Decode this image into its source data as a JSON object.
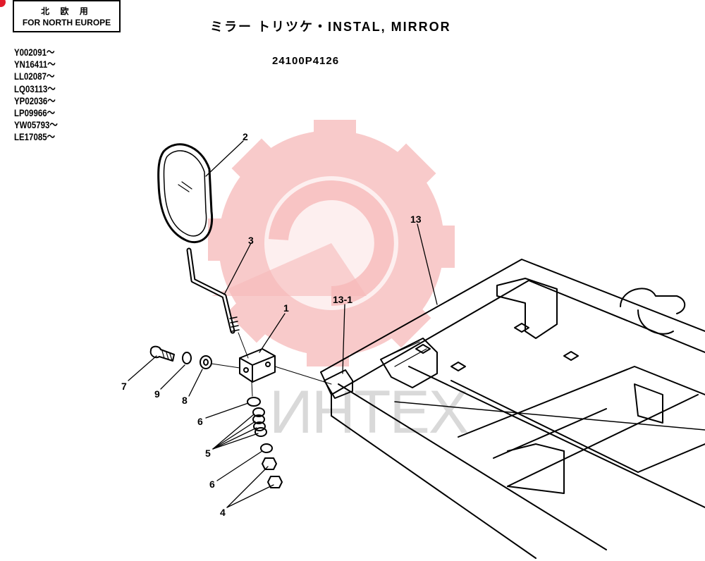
{
  "header": {
    "region_jp": "北 欧 用",
    "region_en": "FOR NORTH EUROPE",
    "title": "ミラー トリツケ・INSTAL, MIRROR",
    "part_number": "24100P4126"
  },
  "serials": [
    "Y002091～",
    "YN16411～",
    "LL02087～",
    "LQ03113～",
    "YP02036～",
    "LP09966～",
    "YW05793～",
    "LE17085～"
  ],
  "watermark": "ИНТЕХ",
  "callouts": [
    {
      "id": "1",
      "label": "1"
    },
    {
      "id": "2",
      "label": "2"
    },
    {
      "id": "3",
      "label": "3"
    },
    {
      "id": "4",
      "label": "4"
    },
    {
      "id": "5",
      "label": "5"
    },
    {
      "id": "6a",
      "label": "6"
    },
    {
      "id": "6b",
      "label": "6"
    },
    {
      "id": "7",
      "label": "7"
    },
    {
      "id": "8",
      "label": "8"
    },
    {
      "id": "9",
      "label": "9"
    },
    {
      "id": "13",
      "label": "13"
    },
    {
      "id": "13-1",
      "label": "13-1"
    }
  ],
  "colors": {
    "watermark": "#f2a8a8",
    "accent": "#e21b2b"
  }
}
